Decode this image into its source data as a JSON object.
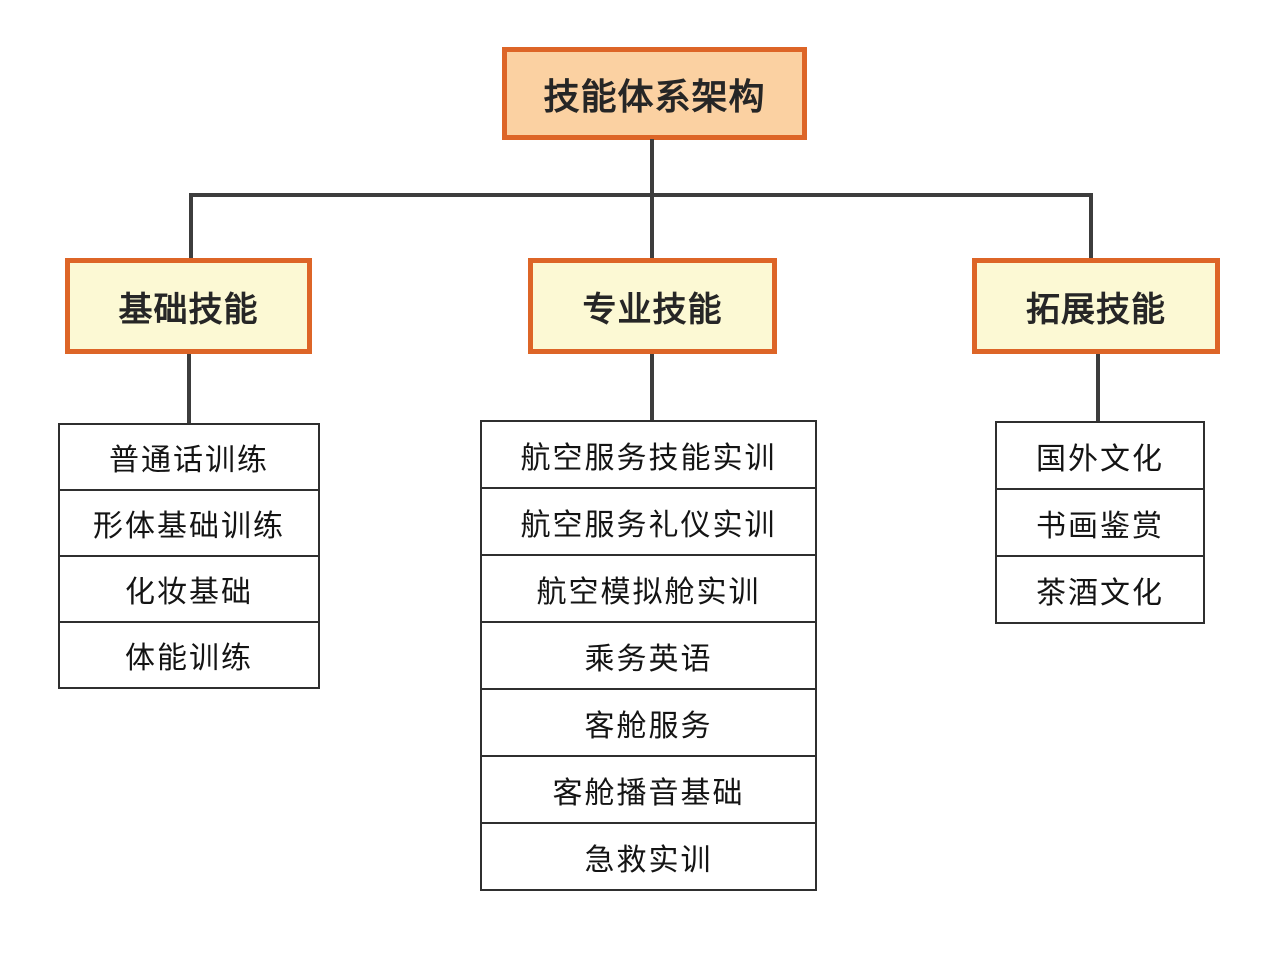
{
  "diagram": {
    "root": {
      "label": "技能体系架构"
    },
    "branches": [
      {
        "label": "基础技能",
        "items": [
          "普通话训练",
          "形体基础训练",
          "化妆基础",
          "体能训练"
        ]
      },
      {
        "label": "专业技能",
        "items": [
          "航空服务技能实训",
          "航空服务礼仪实训",
          "航空模拟舱实训",
          "乘务英语",
          "客舱服务",
          "客舱播音基础",
          "急救实训"
        ]
      },
      {
        "label": "拓展技能",
        "items": [
          "国外文化",
          "书画鉴赏",
          "茶酒文化"
        ]
      }
    ],
    "colors": {
      "root_fill": "#fbd1a2",
      "branch_fill": "#fcf9d4",
      "box_border": "#dd6527",
      "connector": "#3d3d3d",
      "list_border": "#2f2f2f"
    }
  }
}
